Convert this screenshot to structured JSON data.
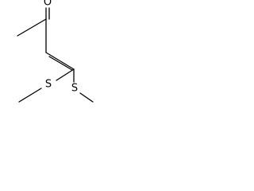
{
  "molecule": {
    "atoms": {
      "oxygen": "O",
      "sulfur_left": "S",
      "sulfur_right": "S"
    },
    "colors": {
      "bond": "#000000",
      "label": "#000000",
      "background": "#ffffff"
    }
  }
}
